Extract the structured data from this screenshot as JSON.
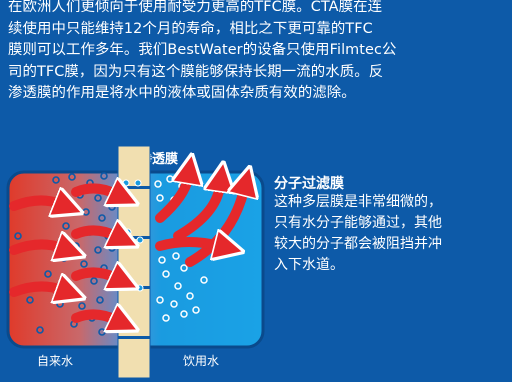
{
  "intro": {
    "text": "在欧洲人们更倾向于使用耐受力更高的TFC膜。CTA膜在连\n续使用中只能维持12个月的寿命，相比之下更可靠的TFC\n膜则可以工作多年。我们BestWater的设备只使用Filmtec公\n司的TFC膜，因为只有这个膜能够保持长期一流的水质。反\n渗透膜的作用是将水中的液体或固体杂质有效的滤除。"
  },
  "diagram": {
    "membrane_label": "反渗透膜",
    "inlet_label": "自来水",
    "outlet_label": "饮用水",
    "colors": {
      "background": "#0d5aa8",
      "inlet_red": "#e03a2a",
      "outlet_blue": "#1a9be0",
      "membrane": "#f1dfb0",
      "arrow": "#e5282b"
    }
  },
  "side": {
    "title": "分子过滤膜",
    "text": "这种多层膜是非常细微的，\n只有水分子能够通过，其他\n较大的分子都会被阻挡并冲\n入下水道。"
  }
}
